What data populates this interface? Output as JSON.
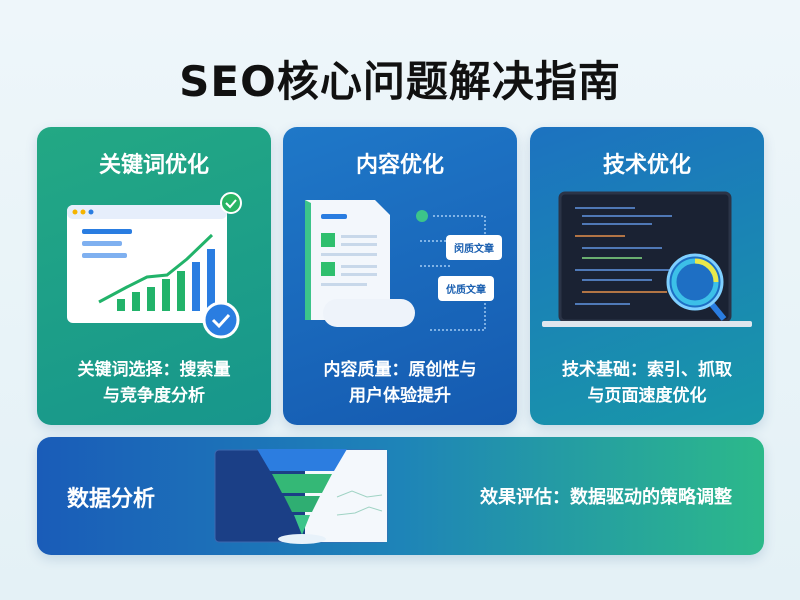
{
  "title": "SEO核心问题解决指南",
  "cards": [
    {
      "title": "关键词优化",
      "caption_line1": "关键词选择：搜索量",
      "caption_line2": "与竞争度分析"
    },
    {
      "title": "内容优化",
      "caption_line1": "内容质量：原创性与",
      "caption_line2": "用户体验提升",
      "tags": [
        "闵质文章",
        "优质文章"
      ]
    },
    {
      "title": "技术优化",
      "caption_line1": "技术基础：索引、抓取",
      "caption_line2": "与页面速度优化"
    }
  ],
  "bottom": {
    "title": "数据分析",
    "caption": "效果评估：数据驱动的策略调整"
  },
  "colors": {
    "green": "#23a884",
    "blue": "#1a5cb8"
  }
}
